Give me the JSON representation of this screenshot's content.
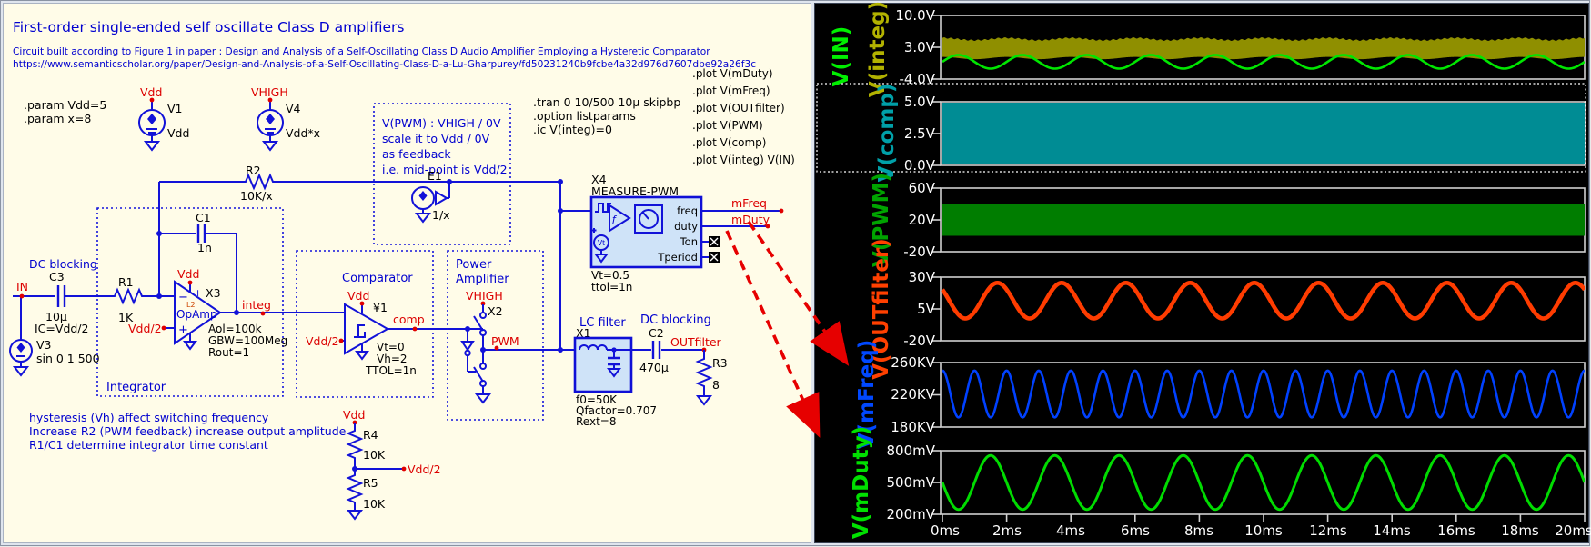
{
  "schematic": {
    "title": "First-order single-ended self oscillate Class D amplifiers",
    "subtitle": "Circuit built according to Figure 1 in paper : Design and Analysis of a Self-Oscillating Class D Audio Amplifier Employing a Hysteretic Comparator",
    "url": "https://www.semanticscholar.org/paper/Design-and-Analysis-of-a-Self-Oscillating-Class-D-a-Lu-Gharpurey/fd50231240b9fcbe4a32d976d7607dbe92a26f3c",
    "param1": ".param Vdd=5",
    "param2": ".param x=8",
    "tran": ".tran 0 10/500 10µ skipbp",
    "option": ".option listparams",
    "icdir": ".ic V(integ)=0",
    "plots": [
      ".plot V(mDuty)",
      ".plot V(mFreq)",
      ".plot V(OUTfilter)",
      ".plot V(PWM)",
      ".plot V(comp)",
      ".plot V(integ) V(IN)"
    ],
    "note": [
      "V(PWM) : VHIGH / 0V",
      "scale it to Vdd / 0V",
      "as feedback",
      "i.e. mid-point is Vdd/2"
    ],
    "bottom_notes": [
      "hysteresis (Vh) affect switching frequency",
      "Increase R2 (PWM feedback) increase output amplitude",
      "R1/C1 determine integrator time constant"
    ],
    "nets": {
      "vdd": "Vdd",
      "vhigh": "VHIGH",
      "in": "IN",
      "integ": "integ",
      "comp": "comp",
      "pwm": "PWM",
      "out": "OUTfilter",
      "vdd2": "Vdd/2",
      "mfreq": "mFreq",
      "mduty": "mDuty"
    },
    "v1": {
      "ref": "V1",
      "val": "Vdd"
    },
    "v4": {
      "ref": "V4",
      "val": "Vdd*x"
    },
    "v3": {
      "ref": "V3",
      "val": "sin 0 1 500"
    },
    "e1": {
      "ref": "E1",
      "val": "1/x"
    },
    "r1": {
      "ref": "R1",
      "val": "1K"
    },
    "r2": {
      "ref": "R2",
      "val": "10K/x"
    },
    "r3": {
      "ref": "R3",
      "val": "8"
    },
    "r4": {
      "ref": "R4",
      "val": "10K"
    },
    "r5": {
      "ref": "R5",
      "val": "10K"
    },
    "c1": {
      "ref": "C1",
      "val": "1n"
    },
    "c2": {
      "ref": "C2",
      "val": "470µ"
    },
    "c3": {
      "ref": "C3",
      "val": "10µ",
      "ic": "IC=Vdd/2",
      "caption": "DC blocking"
    },
    "dcblock2": "DC blocking",
    "integrator_label": "Integrator",
    "opamp": {
      "ref": "X3",
      "lib": "L2",
      "name": "OpAmp",
      "p1": "Aol=100k",
      "p2": "GBW=100Meg",
      "p3": "Rout=1",
      "minus": "−",
      "plus": "+"
    },
    "comparator": {
      "box": "Comparator",
      "ref": "¥1",
      "p1": "Vt=0",
      "p2": "Vh=2",
      "p3": "TTOL=1n"
    },
    "pamp": {
      "line1": "Power",
      "line2": "Amplifier",
      "ref": "X2"
    },
    "measure": {
      "ref": "X4",
      "name": "MEASURE-PWM",
      "port1": "freq",
      "port2": "duty",
      "port3": "Ton",
      "port4": "Tperiod",
      "p1": "Vt=0.5",
      "p2": "ttol=1n",
      "vt": "Vt",
      "icon_f": "ƒ"
    },
    "lc": {
      "box": "LC filter",
      "ref": "X1",
      "p1": "f0=50K",
      "p2": "Qfactor=0.707",
      "p3": "Rext=8"
    }
  },
  "waveforms": {
    "xticks": [
      "0ms",
      "2ms",
      "4ms",
      "6ms",
      "8ms",
      "10ms",
      "12ms",
      "14ms",
      "16ms",
      "18ms",
      "20ms"
    ],
    "plots": [
      {
        "labels": [
          {
            "text": "V(IN)",
            "color": "#00ef00"
          },
          {
            "text": "V(integ)",
            "color": "#b2b200"
          }
        ],
        "ticks": [
          "10.0V",
          "3.0V",
          "-4.0V"
        ]
      },
      {
        "labels": [
          {
            "text": "V(comp)",
            "color": "#00a0a8"
          }
        ],
        "ticks": [
          "5.0V",
          "2.5V",
          "0.0V"
        ]
      },
      {
        "labels": [
          {
            "text": "V(PWM)",
            "color": "#00a300"
          }
        ],
        "ticks": [
          "60V",
          "20V",
          "-20V"
        ]
      },
      {
        "labels": [
          {
            "text": "V(OUTfilter)",
            "color": "#ff4000"
          }
        ],
        "ticks": [
          "30V",
          "5V",
          "-20V"
        ]
      },
      {
        "labels": [
          {
            "text": "V(mFreq)",
            "color": "#0048ff"
          }
        ],
        "ticks": [
          "260KV",
          "220KV",
          "180KV"
        ]
      },
      {
        "labels": [
          {
            "text": "V(mDuty)",
            "color": "#00e000"
          }
        ],
        "ticks": [
          "800mV",
          "500mV",
          "200mV"
        ]
      }
    ]
  },
  "chart_data": [
    {
      "type": "line",
      "title": "V(integ) and V(IN)",
      "x_unit": "ms",
      "x_range": [
        0,
        20
      ],
      "y_unit": "V",
      "y_ticks": [
        10,
        3,
        -4
      ],
      "series": [
        {
          "name": "V(integ)",
          "kind": "band",
          "color": "#8f8f00",
          "top": 4.8,
          "bottom": 0.62,
          "wobble": 0.25,
          "wobble_hz": 500,
          "wobble_phase_deg": 90,
          "jitter": 0.14,
          "jitter_hz": 4750
        },
        {
          "name": "V(IN)",
          "kind": "sine",
          "color": "#00e600",
          "center": -0.2,
          "amp": 1.5,
          "freq_hz": 500,
          "phase_deg": 0,
          "width": 2.6
        }
      ]
    },
    {
      "type": "line",
      "title": "V(comp)",
      "x_unit": "ms",
      "x_range": [
        0,
        20
      ],
      "y_unit": "V",
      "y_ticks": [
        5,
        2.5,
        0
      ],
      "series": [
        {
          "name": "V(comp)",
          "kind": "band",
          "color": "#008c94",
          "top": 5,
          "bottom": 0,
          "wobble": 0,
          "wobble_hz": 0,
          "jitter": 0,
          "jitter_hz": 0
        }
      ]
    },
    {
      "type": "line",
      "title": "V(PWM)",
      "x_unit": "ms",
      "x_range": [
        0,
        20
      ],
      "y_unit": "V",
      "y_ticks": [
        60,
        20,
        -20
      ],
      "series": [
        {
          "name": "V(PWM)",
          "kind": "band",
          "color": "#007d00",
          "top": 40,
          "bottom": 0,
          "wobble": 0,
          "wobble_hz": 0,
          "jitter": 0,
          "jitter_hz": 0
        }
      ]
    },
    {
      "type": "line",
      "title": "V(OUTfilter)",
      "x_unit": "ms",
      "x_range": [
        0,
        20
      ],
      "y_unit": "V",
      "y_ticks": [
        30,
        5,
        -20
      ],
      "series": [
        {
          "name": "V(OUTfilter)",
          "kind": "sine",
          "color": "#ff3c00",
          "center": 11.5,
          "amp": 14,
          "freq_hz": 500,
          "phase_deg": 141.6,
          "width": 4.6
        }
      ]
    },
    {
      "type": "line",
      "title": "V(mFreq)",
      "x_unit": "ms",
      "x_range": [
        0,
        20
      ],
      "y_unit": "KV",
      "y_ticks": [
        260,
        220,
        180
      ],
      "series": [
        {
          "name": "V(mFreq)",
          "kind": "sine",
          "color": "#0041ff",
          "center": 221,
          "amp": 29,
          "freq_hz": 1000,
          "phase_deg": 90,
          "width": 2.6
        }
      ]
    },
    {
      "type": "line",
      "title": "V(mDuty)",
      "x_unit": "ms",
      "x_range": [
        0,
        20
      ],
      "y_unit": "mV",
      "y_ticks": [
        800,
        500,
        200
      ],
      "series": [
        {
          "name": "V(mDuty)",
          "kind": "sine",
          "color": "#00dc00",
          "center": 500,
          "amp": 255,
          "freq_hz": 500,
          "phase_deg": 180,
          "width": 3
        }
      ]
    }
  ]
}
